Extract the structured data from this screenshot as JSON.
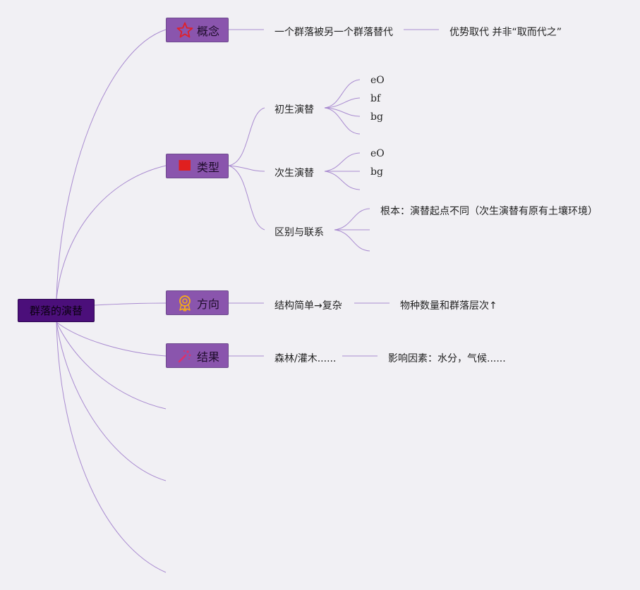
{
  "root": {
    "label": "群落的演替"
  },
  "branches": [
    {
      "label": "概念",
      "icon": "star-icon"
    },
    {
      "label": "类型",
      "icon": "red-flag-icon"
    },
    {
      "label": "方向",
      "icon": "medal-icon"
    },
    {
      "label": "结果",
      "icon": "sparkle-icon"
    }
  ],
  "concept": {
    "definition": "一个群落被另一个群落替代",
    "note": "优势取代 并非“取而代之”"
  },
  "types": {
    "primary": {
      "label": "初生演替",
      "children": [
        "eO",
        "bf",
        "bg"
      ]
    },
    "secondary": {
      "label": "次生演替",
      "children": [
        "eO",
        "bg"
      ]
    },
    "difference": {
      "label": "区别与联系",
      "children": [
        "根本：演替起点不同（次生演替有原有土壤环境）"
      ]
    }
  },
  "direction": {
    "label": "结构简单→复杂",
    "note": "物种数量和群落层次↑"
  },
  "result": {
    "label": "森林/灌木......",
    "note": "影响因素：水分，气候......"
  },
  "colors": {
    "background": "#f1f0f4",
    "root_fill": "#4b0f7a",
    "branch_fill": "#8a55ad",
    "line": "#a98bd0"
  }
}
